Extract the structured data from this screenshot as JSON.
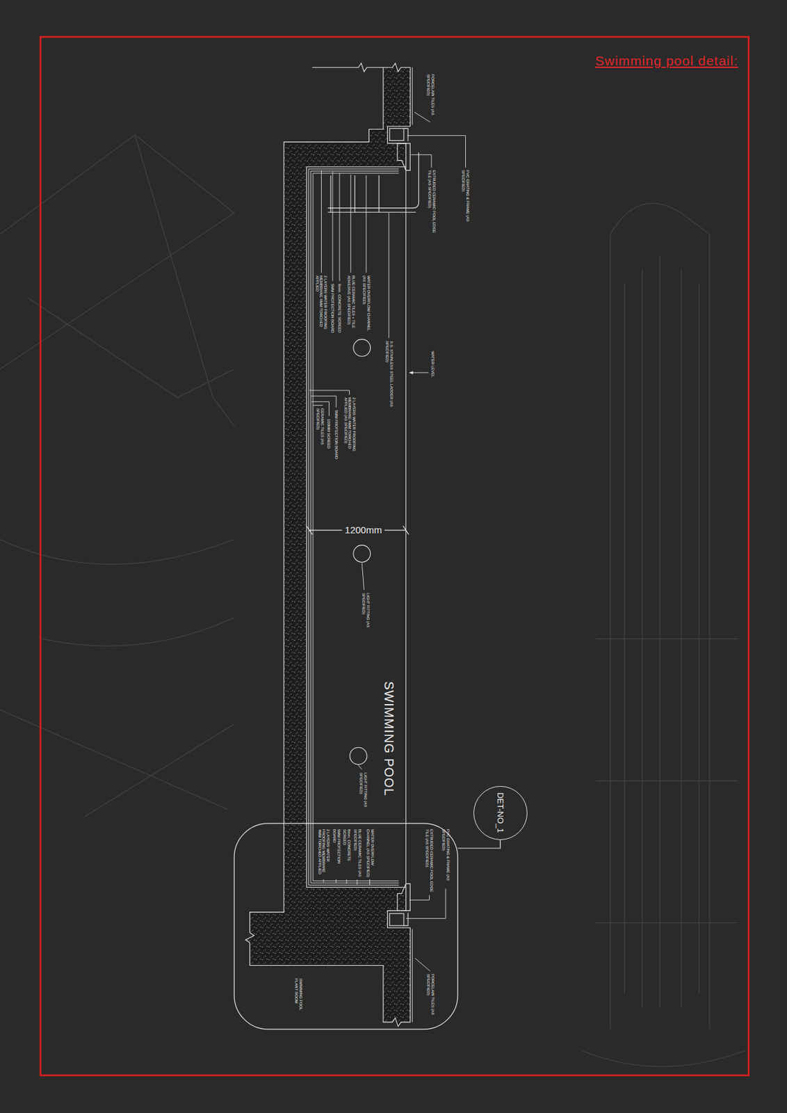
{
  "diagram": {
    "title": "Swimming pool detail:",
    "nodes": [
      {
        "text": [
          "DET-NO_1"
        ]
      }
    ],
    "labels": [
      "PORCELAIN TILES (AS SPECIFIED)",
      "PVC GRATING & FRAME (AS SPECIFIED)",
      "EXTRUDED CERAMIC POOL EDGE TILE (AS SPECIFIED)",
      "WATER OVERFLOW CHANNEL (AS SPECIFIED)",
      "BLUE CERAMIC TILES + TILE ADHESIVE (AS SPECIFIED)",
      "8mm. CONCRETE SCREED",
      "5MM PROTECTION BOARD",
      "2 LAYERS WATER PROOFING MEMBRANE 4MM TORCHED APPLIED",
      "S.S. STAINLESS STEEL LADDER (AS SPECIFIED)",
      "WATER LEVEL",
      "2 LAYERS WATER PROOFING MEMBRANE 4MM TORCHED APPLIED (AS SPECIFIED)",
      "5MM PROTECTION BOARD",
      "100MM SCREED",
      "CERAMIC TILES (AS SPECIFIED)",
      "1200mm",
      "LIGHT FITTING (AS SPECIFIED)",
      "SWIMMING POOL",
      "LIGHT FITTING (AS SPECIFIED)",
      "PVC GRATING & FRAME (AS SPECIFIED)",
      "EXTRUDED CERAMIC POOL EDGE TILE (AS SPECIFIED)",
      "WATER OVERFLOW CHANNEL (AS SPECIFIED)",
      "BLUE CERAMIC TILES (AS SPECIFIED)",
      "8mm. CONCRETE SCREED",
      "5MM PROTECTION BOARD",
      "2 LAYERS WATER PROOFING MEMBRANE 4MM TORCHED APPLIED",
      "PORCELAIN TILES (AS SPECIFIED)",
      "SWIMMING POOL PLANT ROOM"
    ]
  }
}
